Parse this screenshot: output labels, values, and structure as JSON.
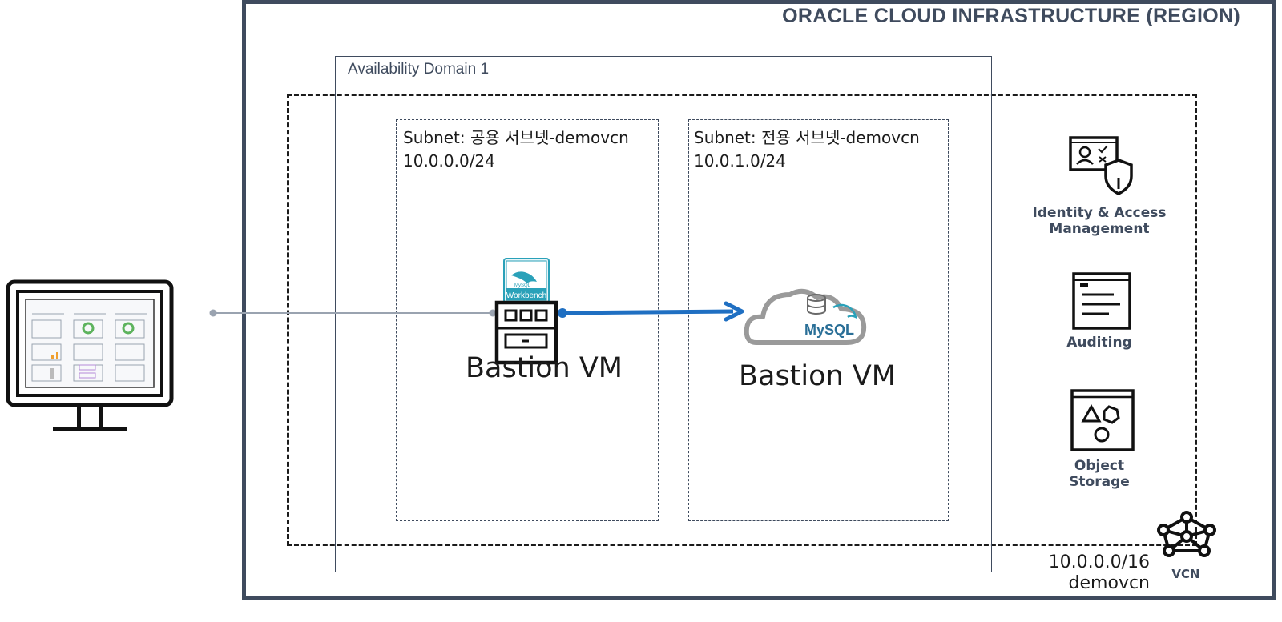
{
  "region": {
    "title": "ORACLE CLOUD INFRASTRUCTURE (REGION)"
  },
  "availability_domain": {
    "label": "Availability Domain 1"
  },
  "subnets": [
    {
      "label": "Subnet: 공용 서브넷-demovcn",
      "cidr": "10.0.0.0/24"
    },
    {
      "label": "Subnet: 전용 서브넷-demovcn",
      "cidr": "10.0.1.0/24"
    }
  ],
  "vms": [
    {
      "label": "Bastion VM",
      "badge_top": "MySQL",
      "badge_bottom": "Workbench"
    },
    {
      "label": "Bastion VM",
      "badge": "MySQL"
    }
  ],
  "services": [
    {
      "label_line1": "Identity & Access",
      "label_line2": "Management",
      "icon": "identity-shield-icon"
    },
    {
      "label": "Auditing",
      "icon": "audit-document-icon"
    },
    {
      "label_line1": "Object",
      "label_line2": "Storage",
      "icon": "object-storage-icon"
    }
  ],
  "vcn": {
    "label": "VCN",
    "cidr": "10.0.0.0/16",
    "name": "demovcn",
    "icon": "vcn-network-icon"
  },
  "colors": {
    "oracle_slate": "#3f4b5e",
    "arrow_blue": "#1f6fc2",
    "line_gray": "#9aa3b0"
  }
}
